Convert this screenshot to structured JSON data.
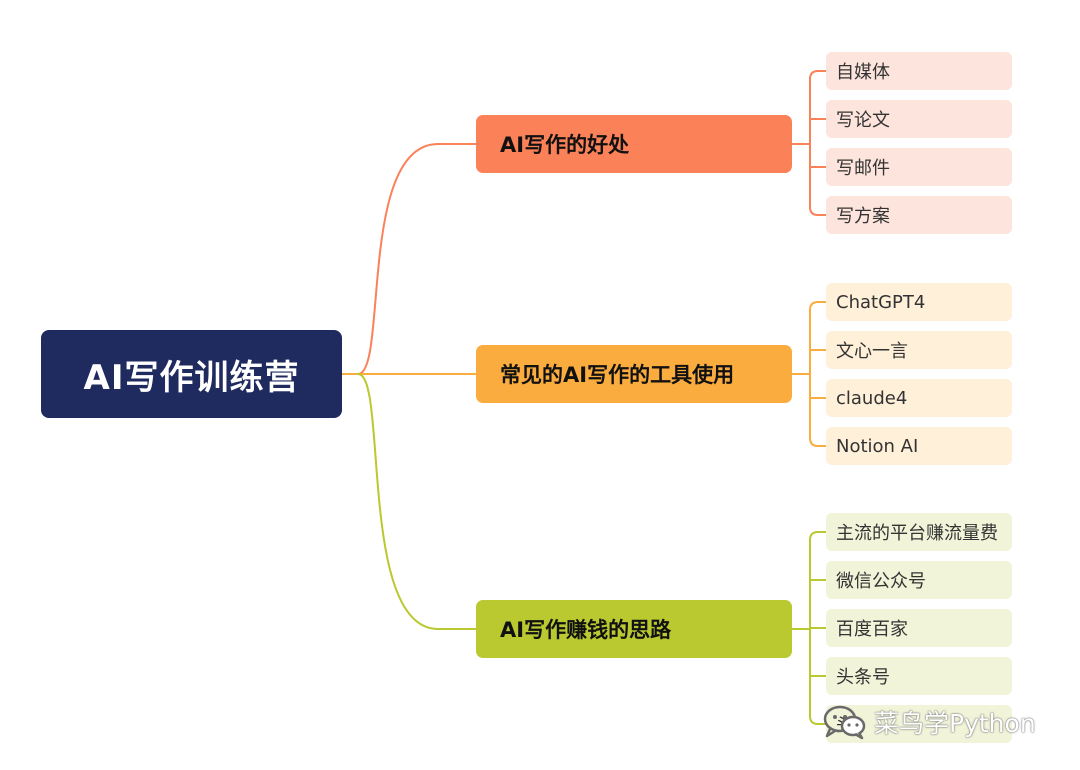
{
  "root": {
    "label": "AI写作训练营"
  },
  "branches": [
    {
      "label": "AI写作的好处",
      "color": "#fb8159",
      "leaf_bg": "#fde4dd",
      "items": [
        "自媒体",
        "写论文",
        "写邮件",
        "写方案"
      ]
    },
    {
      "label": "常见的AI写作的工具使用",
      "color": "#fbac3f",
      "leaf_bg": "#fef0d9",
      "items": [
        "ChatGPT4",
        "文心一言",
        "claude4",
        "Notion AI"
      ]
    },
    {
      "label": "AI写作赚钱的思路",
      "color": "#b9c92f",
      "leaf_bg": "#f1f4d8",
      "items": [
        "主流的平台赚流量费",
        "微信公众号",
        "百度百家",
        "头条号",
        "头"
      ]
    }
  ],
  "watermark": {
    "icon": "wechat-icon",
    "text": "菜鸟学Python"
  }
}
